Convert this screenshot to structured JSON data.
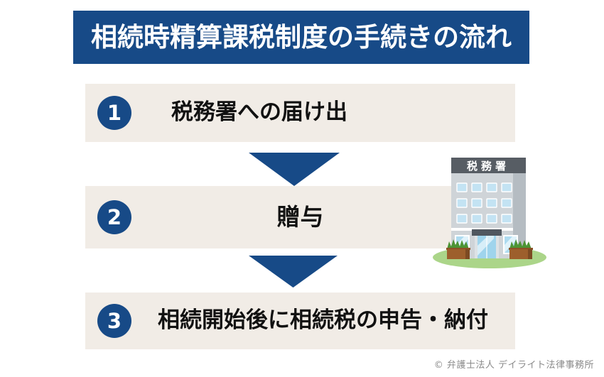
{
  "colors": {
    "navy": "#174a87",
    "beige": "#f1ece6",
    "label": "#111111",
    "copyright": "#898989",
    "white": "#ffffff"
  },
  "header": {
    "title": "相続時精算課税制度の手続きの流れ"
  },
  "steps": [
    {
      "number": "1",
      "label": "税務署への届け出"
    },
    {
      "number": "2",
      "label": "贈与"
    },
    {
      "number": "3",
      "label": "相続開始後に相続税の申告・納付"
    }
  ],
  "illustration": {
    "name": "tax-office-building",
    "sign_text": "税務署"
  },
  "footer": {
    "copyright": "© 弁護士法人 デイライト法律事務所"
  }
}
